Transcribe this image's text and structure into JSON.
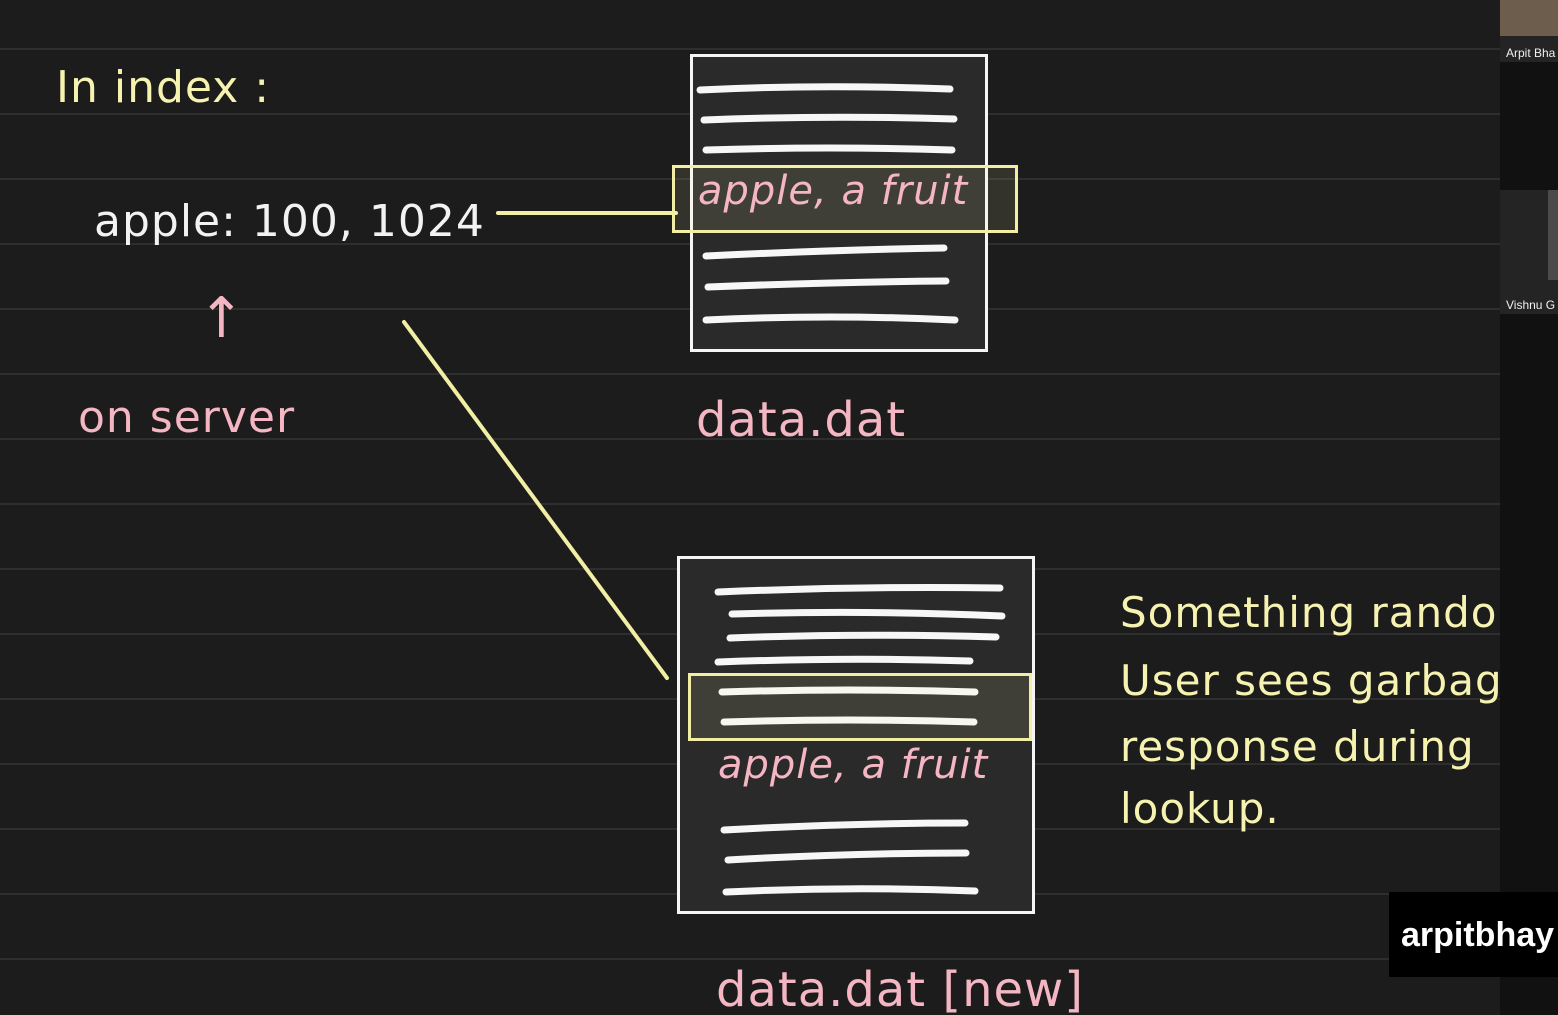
{
  "whiteboard": {
    "heading": "In index :",
    "index_entry": "apple: 100, 1024",
    "arrow_glyph": "↑",
    "server_note": "on server",
    "file_label": "data.dat",
    "file_label_new": "data.dat [new]",
    "record_text": "apple, a fruit",
    "note_lines": [
      "Something random !!",
      "User sees garbage",
      "response during",
      "lookup."
    ]
  },
  "participants": [
    {
      "name": "Arpit Bha"
    },
    {
      "name": "Vishnu G"
    }
  ],
  "watermark": {
    "text": "arpitbhay"
  },
  "colors": {
    "background": "#1c1c1c",
    "yellow_ink": "#f6f3b0",
    "pink_ink": "#f4b6c2",
    "white_ink": "#f2f2f2"
  }
}
